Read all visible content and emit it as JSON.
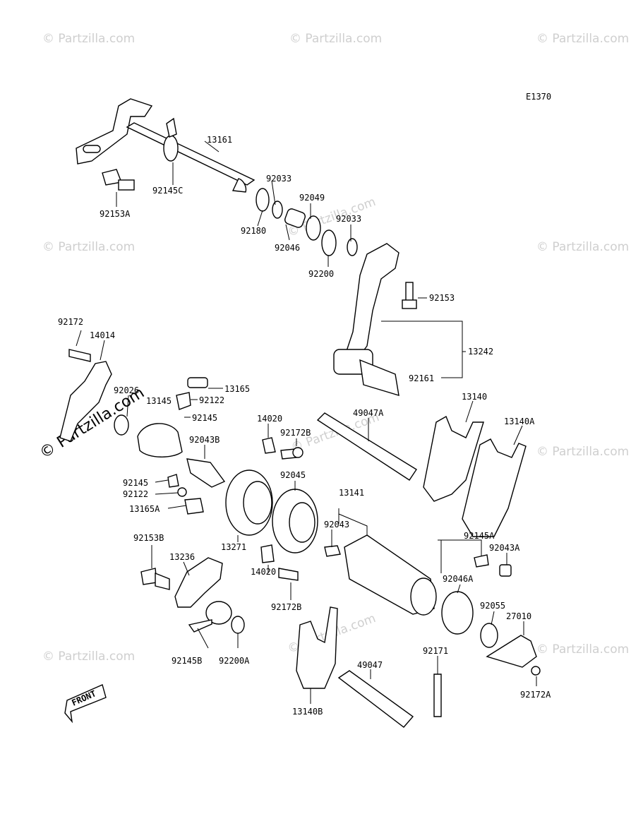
{
  "diagram_code": "E1370",
  "watermark": {
    "small": "© Partzilla.com",
    "large": "© Partzilla.com"
  },
  "part_labels": [
    "13161",
    "92145C",
    "92153A",
    "92033",
    "92049",
    "92180",
    "92046",
    "92033",
    "92200",
    "92153",
    "13242",
    "92161",
    "92172",
    "14014",
    "92026",
    "13165",
    "13145",
    "92122",
    "92145",
    "92043B",
    "14020",
    "92172B",
    "49047A",
    "13140",
    "13140A",
    "92145",
    "92122",
    "13165A",
    "92045",
    "13141",
    "92043",
    "13271",
    "92153B",
    "13236",
    "14020",
    "92172B",
    "92145A",
    "92043A",
    "92046A",
    "92055",
    "27010",
    "92145B",
    "92200A",
    "13140B",
    "49047",
    "92171",
    "92172A"
  ],
  "front_label": "FRONT"
}
